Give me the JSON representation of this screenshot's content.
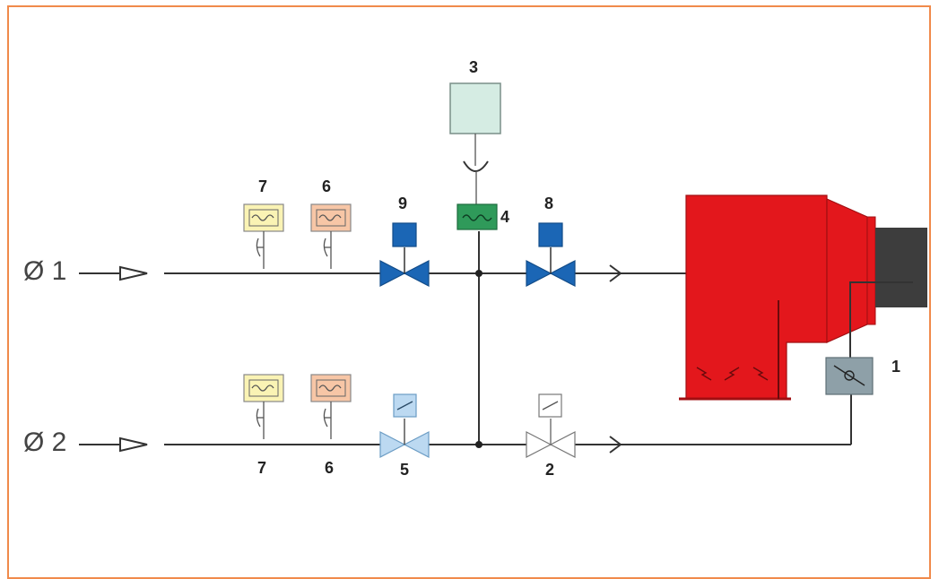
{
  "inlets": [
    {
      "label": "Ø 1"
    },
    {
      "label": "Ø 2"
    }
  ],
  "components": {
    "c1": "1",
    "c2": "2",
    "c3": "3",
    "c4": "4",
    "c5": "5",
    "c6_top": "6",
    "c6_bottom": "6",
    "c7_top": "7",
    "c7_bottom": "7",
    "c8": "8",
    "c9": "9"
  },
  "colors": {
    "border": "#f08a4b",
    "burner": "#e3171c",
    "burner_back": "#3d3d3d",
    "valve_dark": "#1b66b5",
    "valve_light": "#bcd9f1",
    "valve_white": "#ffffff",
    "sensor_green": "#2f9a5a",
    "control_box": "#d5ece3",
    "switch_yellow": "#faf3b4",
    "switch_orange": "#f7c6a6",
    "regulator_gray": "#8ea0a8"
  }
}
